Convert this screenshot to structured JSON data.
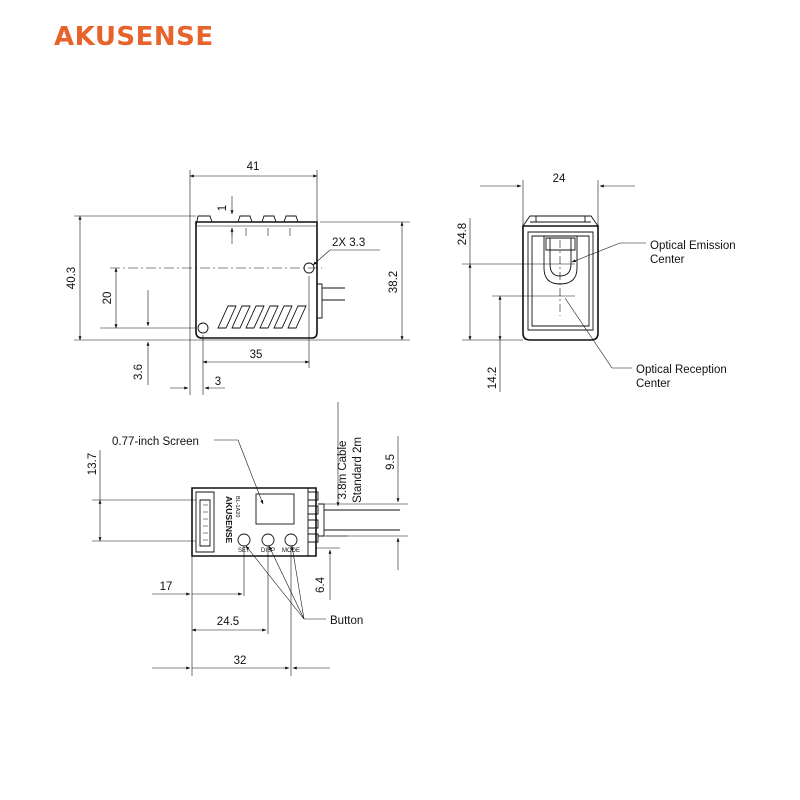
{
  "brand": {
    "logo_text": "AKUSENSE",
    "logo_color": "#e8622c"
  },
  "front_view": {
    "dim_width": "41",
    "dim_top_offset": "1",
    "dim_height": "40.3",
    "dim_body_height": "38.2",
    "dim_hole_height": "20",
    "dim_holes": "2X 3.3",
    "dim_hole_span": "35",
    "dim_bottom_offset": "3.6",
    "dim_side_offset": "3"
  },
  "side_view": {
    "dim_width": "24",
    "dim_emission_height": "24.8",
    "dim_reception_height": "14.2",
    "emission_label_1": "Optical Emission",
    "emission_label_2": "Center",
    "reception_label_1": "Optical Reception",
    "reception_label_2": "Center"
  },
  "rear_view": {
    "screen_label": "0.77-inch Screen",
    "cable_label_1": "3.8m Cable",
    "cable_label_2": "Standard 2m",
    "dim_screen_height": "13.7",
    "dim_cable_height": "9.5",
    "dim_cable_offset": "6.4",
    "dim_17": "17",
    "dim_24_5": "24.5",
    "dim_32": "32",
    "button_label": "Button",
    "body_brand": "AKUSENSE",
    "body_model": "BL-1A20",
    "btn_set": "SET",
    "btn_disp": "DISP",
    "btn_mode": "MODE"
  }
}
